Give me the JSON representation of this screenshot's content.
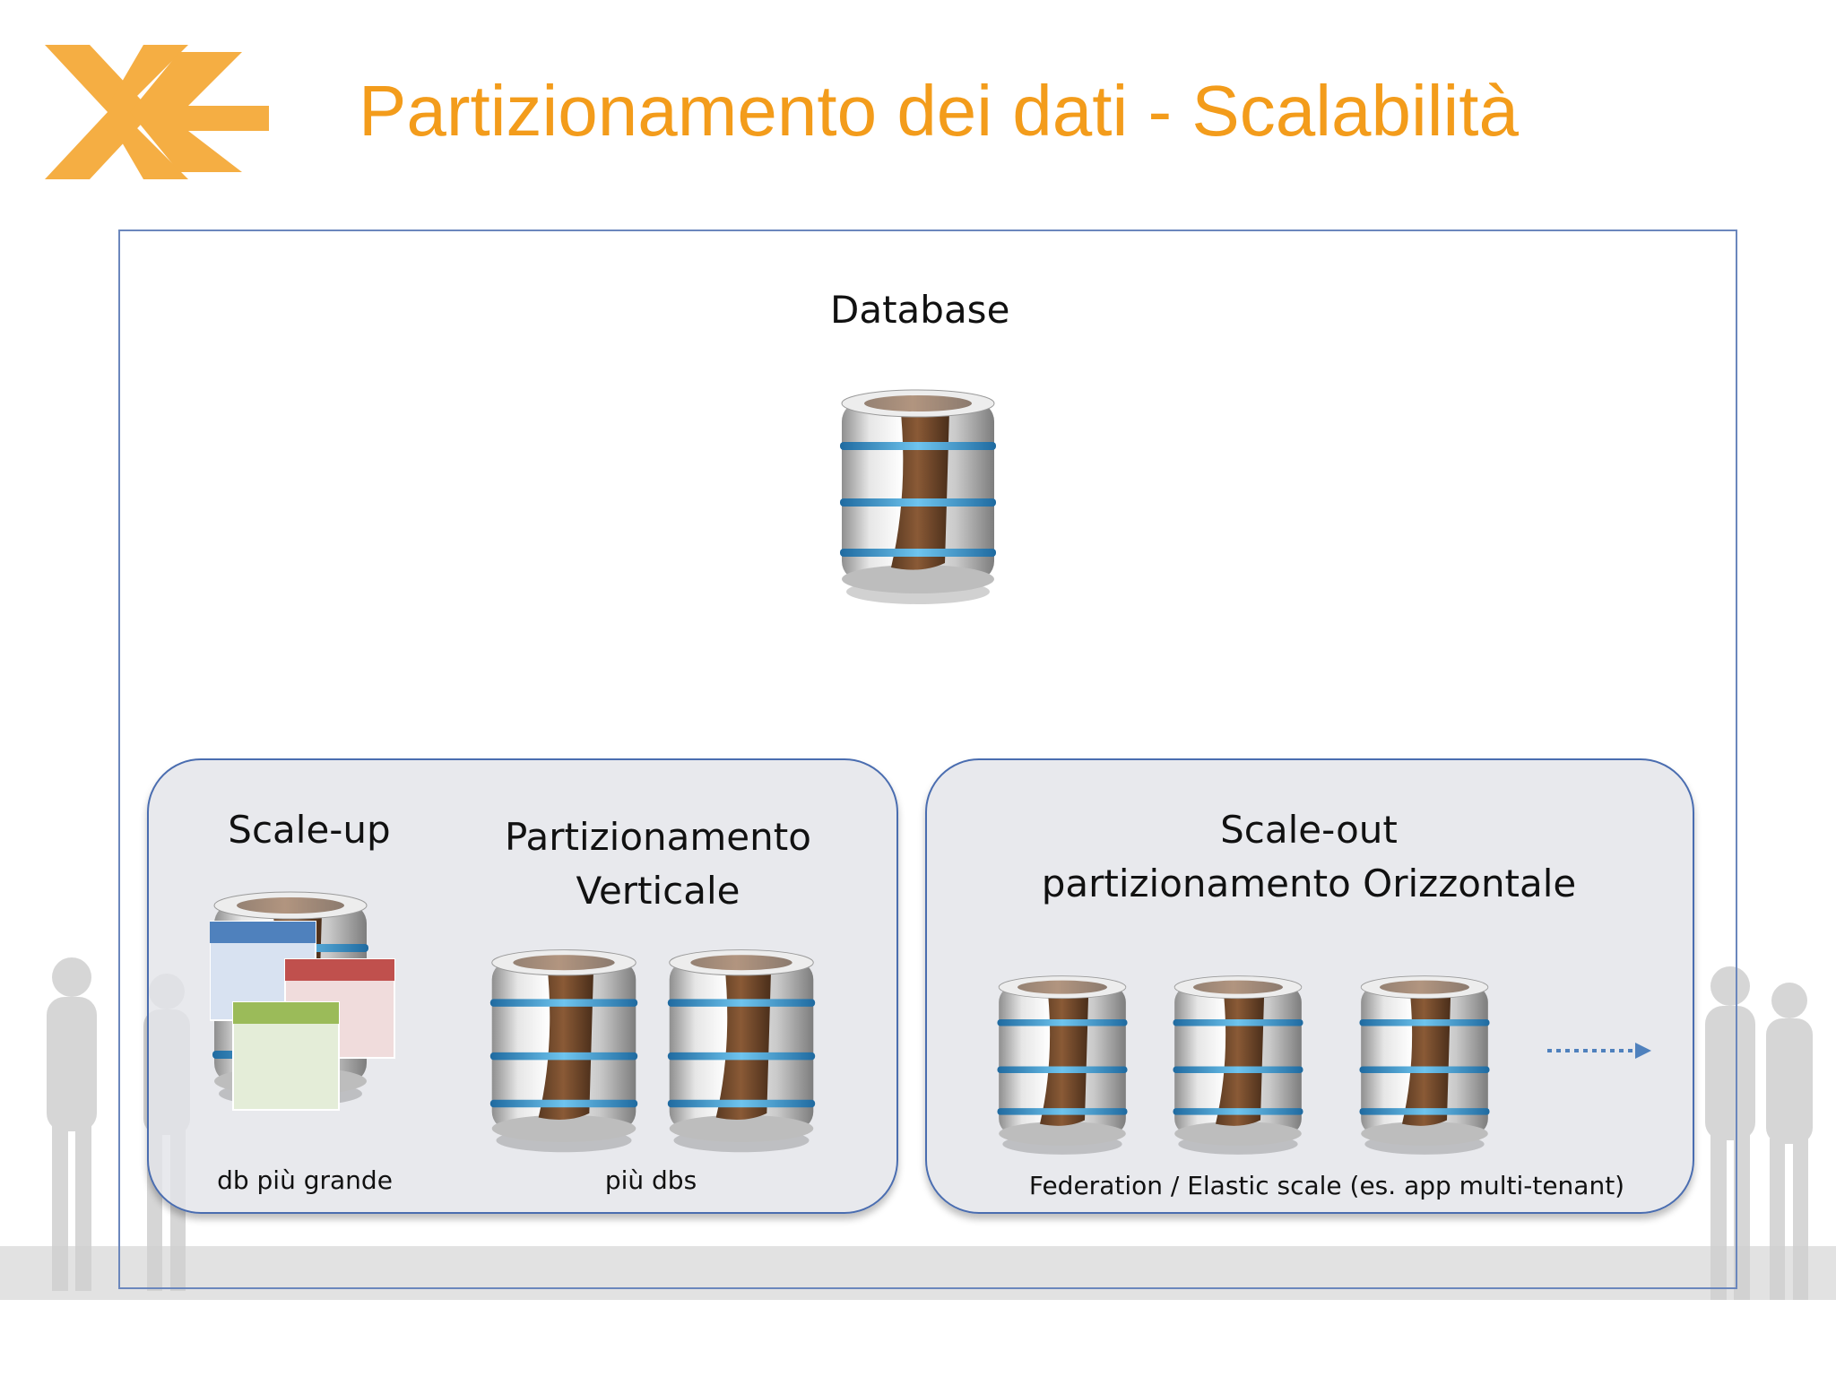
{
  "slide": {
    "title": "Partizionamento dei dati - Scalabilità",
    "accent_color": "#f39c1b"
  },
  "diagram": {
    "top": {
      "label": "Database",
      "icon": "database-icon"
    },
    "scale_up": {
      "heading": "Scale-up",
      "caption": "db più grande",
      "icon": "database-with-tables-icon"
    },
    "vertical": {
      "heading_line1": "Partizionamento",
      "heading_line2": "Verticale",
      "caption": "più dbs",
      "icon": "database-icon"
    },
    "horizontal": {
      "heading_line1": "Scale-out",
      "heading_line2": "partizionamento Orizzontale",
      "caption": "Federation / Elastic scale (es. app multi-tenant)",
      "icon": "database-icon"
    }
  }
}
